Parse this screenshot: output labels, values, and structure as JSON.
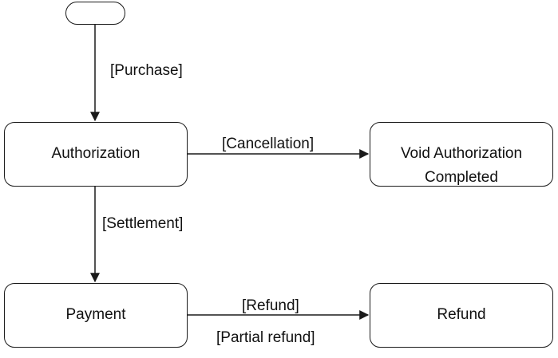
{
  "diagram": {
    "nodes": {
      "start": "",
      "authorization": "Authorization",
      "void_authorization": "Void Authorization Completed",
      "payment": "Payment",
      "refund": "Refund"
    },
    "edges": {
      "purchase": "[Purchase]",
      "cancellation": "[Cancellation]",
      "settlement": "[Settlement]",
      "refund": "[Refund]",
      "partial_refund": "[Partial refund]"
    }
  }
}
